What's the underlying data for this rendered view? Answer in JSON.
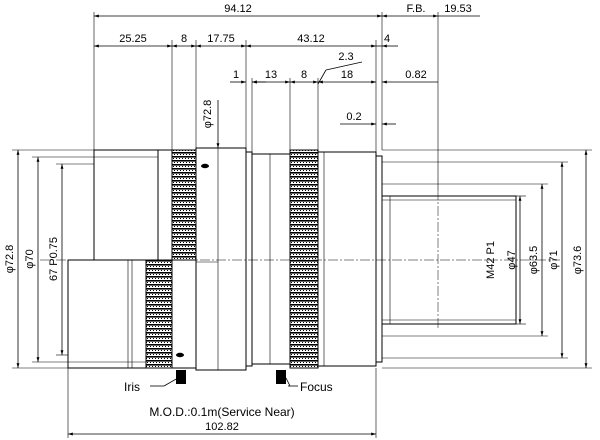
{
  "dimensions": {
    "overall_length": "94.12",
    "flange_back_label": "F.B.",
    "flange_back": "19.53",
    "seg_25_25": "25.25",
    "seg_8_a": "8",
    "seg_17_75": "17.75",
    "seg_43_12": "43.12",
    "seg_4": "4",
    "seg_2_3": "2.3",
    "seg_1": "1",
    "seg_13": "13",
    "seg_8_b": "8",
    "seg_18": "18",
    "seg_0_82": "0.82",
    "seg_0_2": "0.2",
    "dia_72_8_top": "φ72.8",
    "dia_72_8_left": "φ72.8",
    "dia_70": "φ70",
    "thread_67": "67 P0.75",
    "mount_m42": "M42 P1",
    "dia_47": "φ47",
    "dia_63_5": "φ63.5",
    "dia_71": "φ71",
    "dia_73_6": "φ73.6",
    "bottom_length": "102.82"
  },
  "labels": {
    "iris": "Iris",
    "focus": "Focus",
    "mod": "M.O.D.:0.1m(Service Near)"
  }
}
